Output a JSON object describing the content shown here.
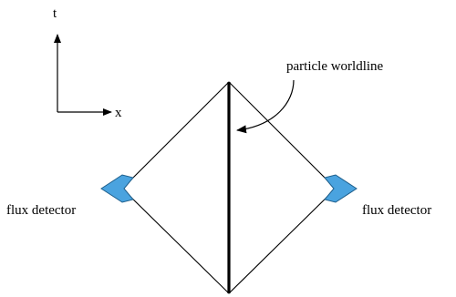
{
  "axes": {
    "time_label": "t",
    "space_label": "x"
  },
  "worldline": {
    "label": "particle worldline"
  },
  "detectors": {
    "left_label": "flux detector",
    "right_label": "flux detector",
    "color": "#4aa3df",
    "outline_color": "#1f5f8b"
  }
}
